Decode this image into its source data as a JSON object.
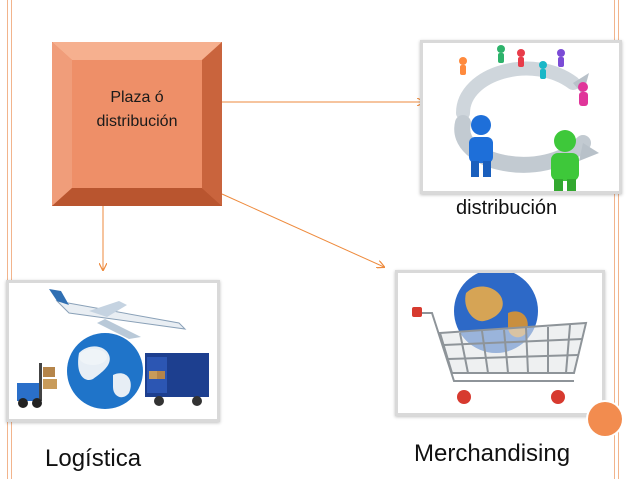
{
  "slide": {
    "box_label_line1": "Plaza  ó",
    "box_label_line2": "distribución",
    "caption_top_right": "distribución",
    "caption_bottom_left": "Logística",
    "caption_bottom_right": "Merchandising"
  },
  "colors": {
    "box_fill": "#ef8f6a",
    "box_border": "#c0502a",
    "arrow": "#ee8a3c",
    "accent_dot": "#f28c4f",
    "frame_line": "#f2b48c"
  }
}
